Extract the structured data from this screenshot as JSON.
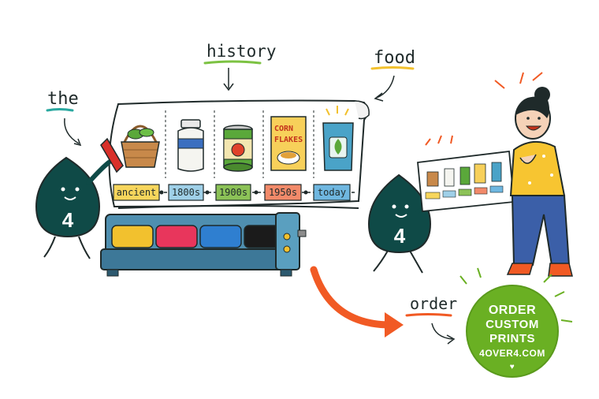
{
  "annotations": {
    "the": "the",
    "history": "history",
    "food": "food",
    "order": "order"
  },
  "mascot_number": "4",
  "timeline": {
    "eras": [
      "ancient",
      "1800s",
      "1900s",
      "1950s",
      "today"
    ]
  },
  "cereal_box": {
    "line1": "CORN",
    "line2": "FLAKES"
  },
  "badge": {
    "line1": "ORDER",
    "line2": "CUSTOM",
    "line3": "PRINTS",
    "line4": "4OVER4.COM",
    "heart": "♥"
  },
  "colors": {
    "mascot": "#0f4a47",
    "badge": "#6ab023",
    "arrow": "#f15a24",
    "underline_teal": "#2aa8a0",
    "underline_green": "#7cc242",
    "underline_yellow": "#f2c12e",
    "underline_red": "#f15a24",
    "shirt": "#f7c531",
    "jeans": "#3b5fa8",
    "printer": "#4f8fb0"
  }
}
